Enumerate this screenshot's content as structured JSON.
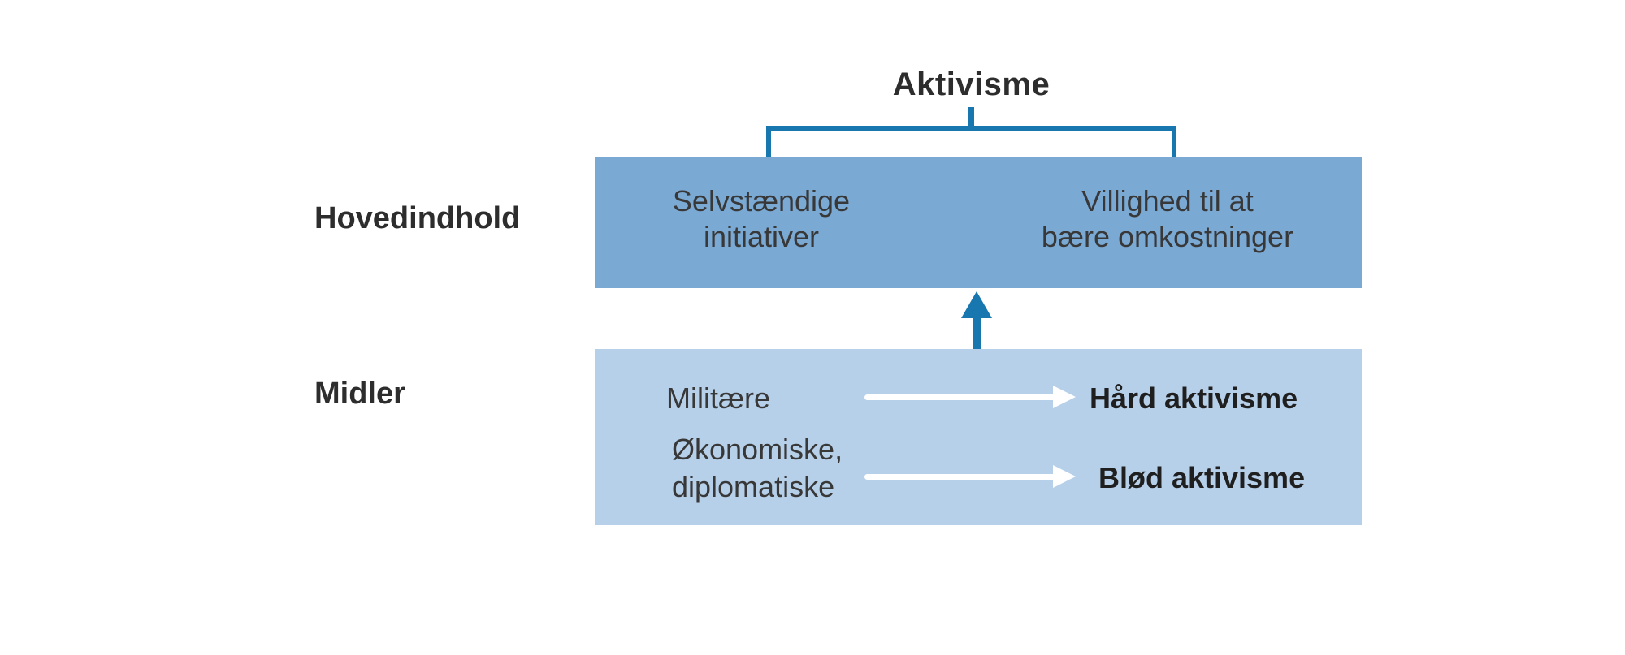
{
  "figure": {
    "title": "Aktivisme",
    "row_labels": {
      "main_content": "Hovedindhold",
      "means": "Midler"
    },
    "main_content_box": {
      "items": [
        {
          "line1": "Selvstændige",
          "line2": "initiativer"
        },
        {
          "line1": "Villighed til at",
          "line2": "bære omkostninger"
        }
      ]
    },
    "means_box": {
      "rows": [
        {
          "source_line1": "Militære",
          "source_line2": "",
          "result": "Hård aktivisme"
        },
        {
          "source_line1": "Økonomiske,",
          "source_line2": "diplomatiske",
          "result": "Blød aktivisme"
        }
      ]
    },
    "icons": {
      "up_arrow": "up-arrow-icon",
      "right_arrow": "right-arrow-icon"
    },
    "colors": {
      "accent_blue": "#1977b0",
      "main_box_fill": "#7aa9d4",
      "means_box_fill": "#b7d0ea",
      "label_text": "#2d2d2d",
      "box_text": "#383838",
      "arrow_white": "#ffffff",
      "background": "#ffffff"
    }
  }
}
